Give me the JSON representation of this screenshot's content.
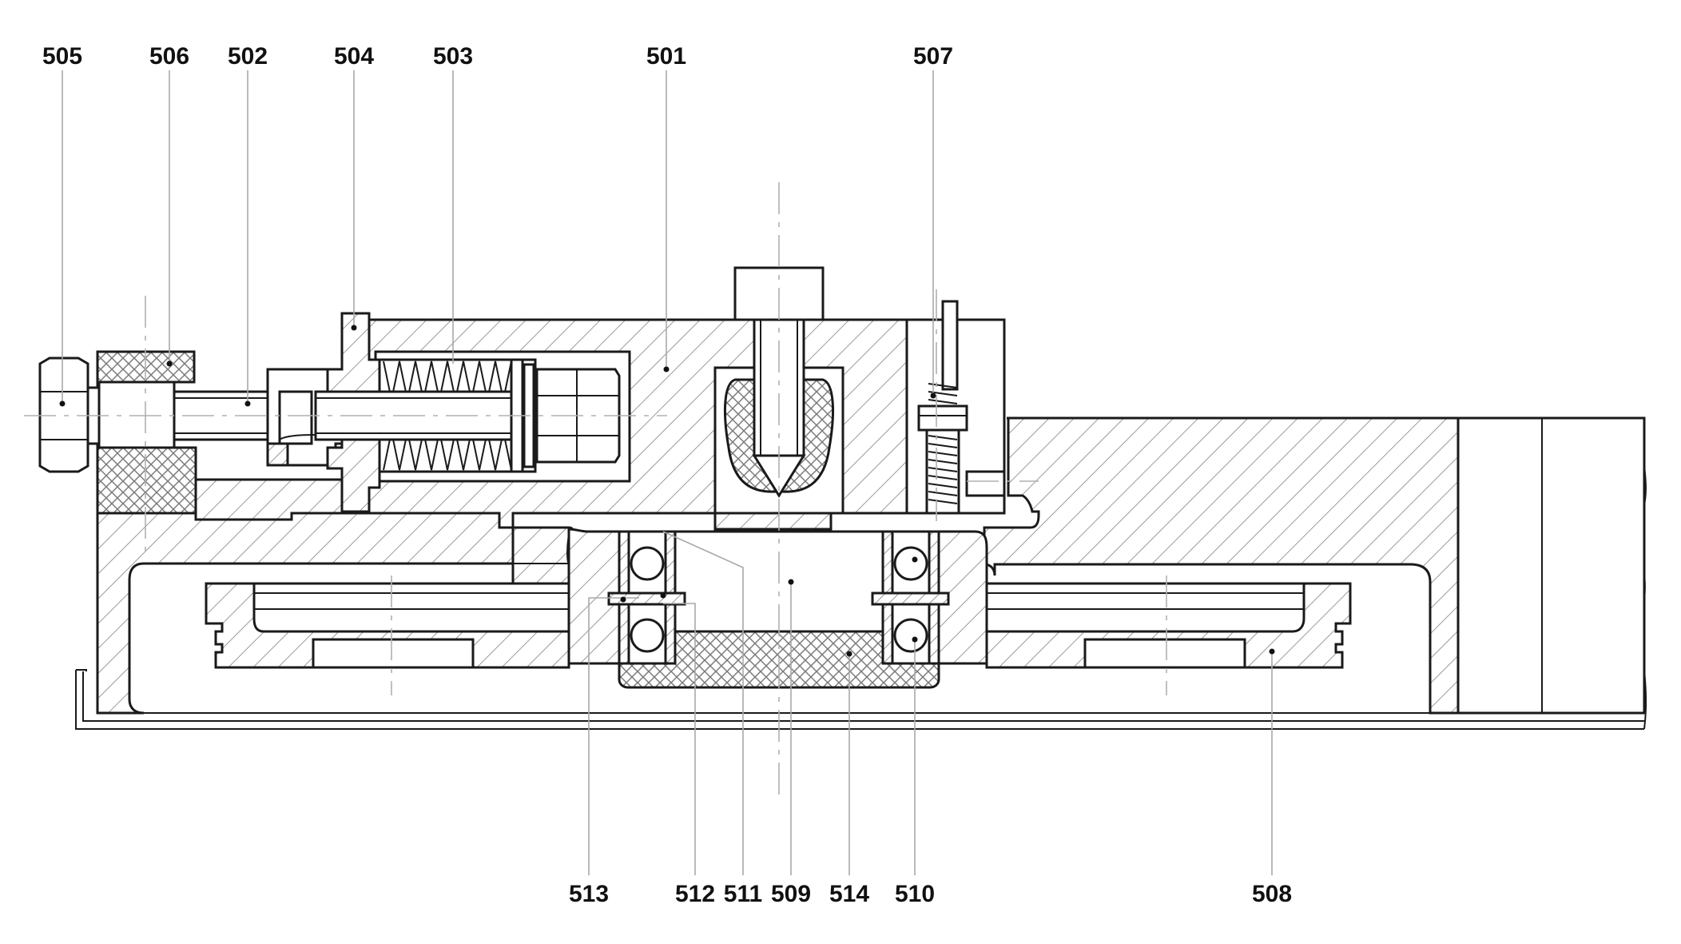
{
  "figure": {
    "labels_top": [
      {
        "id": "505",
        "text": "505"
      },
      {
        "id": "506",
        "text": "506"
      },
      {
        "id": "502",
        "text": "502"
      },
      {
        "id": "504",
        "text": "504"
      },
      {
        "id": "503",
        "text": "503"
      },
      {
        "id": "501",
        "text": "501"
      },
      {
        "id": "507",
        "text": "507"
      }
    ],
    "labels_bottom": [
      {
        "id": "513",
        "text": "513"
      },
      {
        "id": "512",
        "text": "512"
      },
      {
        "id": "511",
        "text": "511"
      },
      {
        "id": "509",
        "text": "509"
      },
      {
        "id": "514",
        "text": "514"
      },
      {
        "id": "510",
        "text": "510"
      },
      {
        "id": "508",
        "text": "508"
      }
    ]
  }
}
